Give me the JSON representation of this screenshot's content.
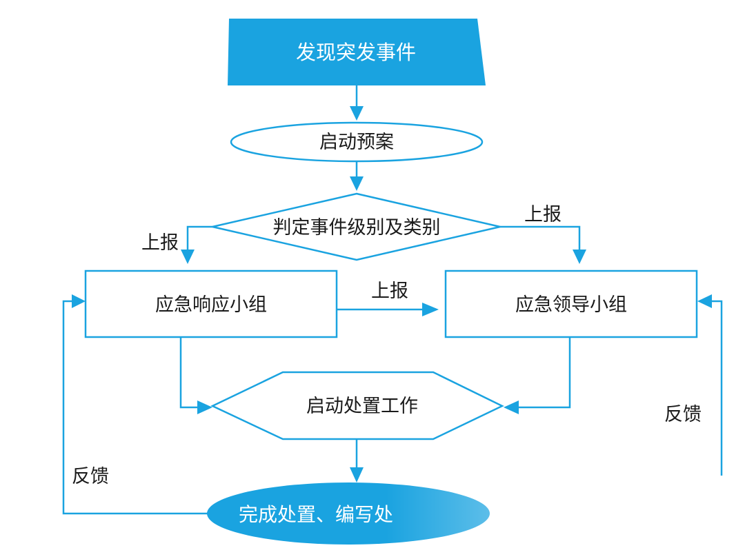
{
  "colors": {
    "accent": "#1aa3e0",
    "text": "#1a1a1a",
    "inverse_text": "#ffffff"
  },
  "nodes": {
    "discover": "发现突发事件",
    "start_plan": "启动预案",
    "judge": "判定事件级别及类别",
    "response_group": "应急响应小组",
    "leader_group": "应急领导小组",
    "start_handling": "启动处置工作",
    "complete": "完成处置、编写处"
  },
  "edges": {
    "report_left": "上报",
    "report_right": "上报",
    "report_middle": "上报",
    "feedback_left": "反馈",
    "feedback_right": "反馈"
  }
}
